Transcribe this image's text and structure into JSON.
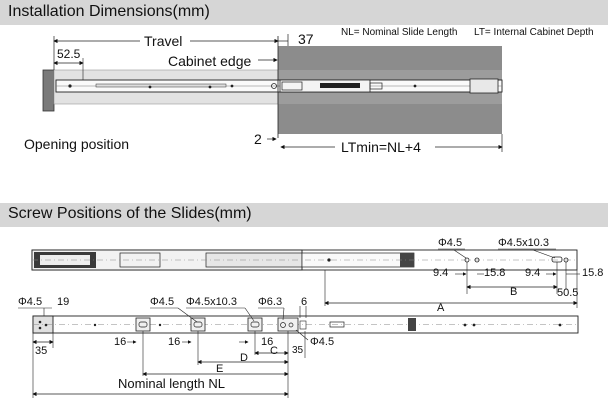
{
  "section1": {
    "title": "Installation Dimensions(mm)",
    "legend_nl": "NL= Nominal Slide Length",
    "legend_lt": "LT= Internal Cabinet Depth",
    "travel": "Travel",
    "dim_37": "37",
    "dim_52_5": "52.5",
    "cabinet_edge": "Cabinet edge",
    "dim_2": "2",
    "ltmin": "LTmin=NL+4",
    "opening_position": "Opening position"
  },
  "section2": {
    "title": "Screw Positions of the Slides(mm)",
    "top_slide": {
      "phi45": "Φ4.5",
      "phi45x103": "Φ4.5x10.3",
      "d94a": "9.4",
      "d158a": "15.8",
      "d94b": "9.4",
      "d158b": "15.8",
      "dA": "A",
      "dB": "B",
      "d505": "50.5"
    },
    "bottom_slide": {
      "phi45_left": "Φ4.5",
      "d19": "19",
      "d35": "35",
      "phi45_a": "Φ4.5",
      "phi45x103": "Φ4.5x10.3",
      "phi63": "Φ6.3",
      "d6": "6",
      "d16a": "16",
      "d16b": "16",
      "d16c": "16",
      "dC": "C",
      "d35b": "35",
      "phi45_b": "Φ4.5",
      "dD": "D",
      "dE": "E",
      "nominal": "Nominal length NL"
    }
  },
  "colors": {
    "banner": "#d6d6d6",
    "cabinet": "#8c8c8c",
    "line": "#111111"
  }
}
